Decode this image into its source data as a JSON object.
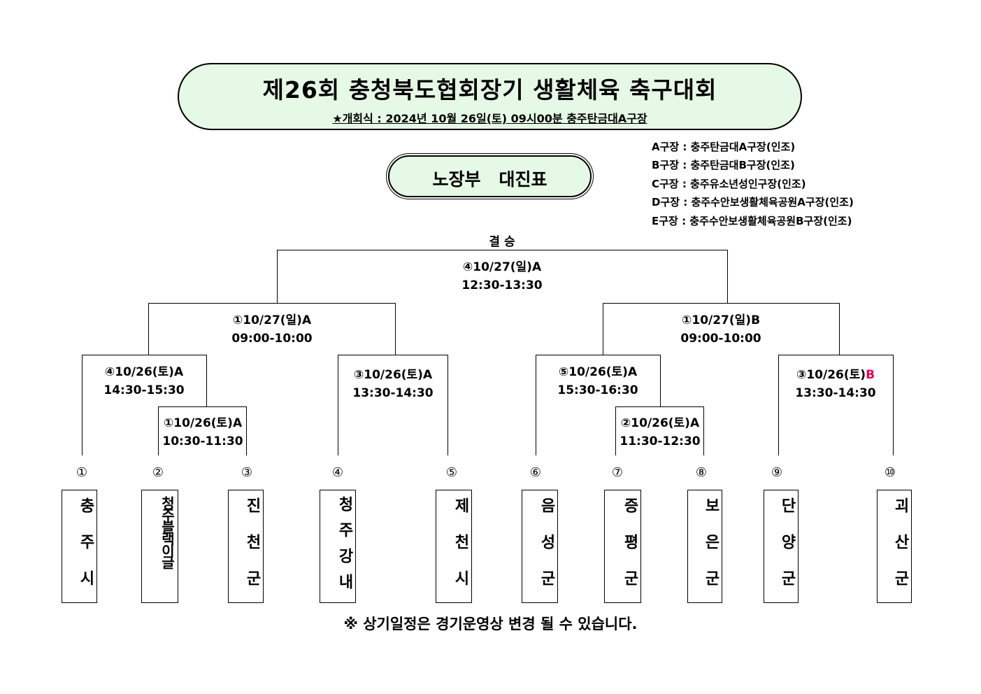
{
  "header": {
    "title": "제26회  충청북도협회장기  생활체육  축구대회",
    "subtitle": "★개회식 : 2024년  10월  26일(토)  09시00분  충주탄금대A구장"
  },
  "division": {
    "label": "노장부   대진표"
  },
  "venues": [
    "A구장 : 충주탄금대A구장(인조)",
    "B구장 : 충주탄금대B구장(인조)",
    "C구장 : 충주유소년성인구장(인조)",
    "D구장 : 충주수안보생활체육공원A구장(인조)",
    "E구장 : 충주수안보생활체육공원B구장(인조)"
  ],
  "bracket": {
    "final_label": "결 승",
    "matches": {
      "final": {
        "date": "④10/27(일)A",
        "time": "12:30-13:30"
      },
      "semi_left": {
        "date": "①10/27(일)A",
        "time": "09:00-10:00"
      },
      "semi_right": {
        "date": "①10/27(일)B",
        "time": "09:00-10:00"
      },
      "qf1": {
        "date": "④10/26(토)A",
        "time": "14:30-15:30"
      },
      "qf2": {
        "date": "③10/26(토)A",
        "time": "13:30-14:30"
      },
      "qf3": {
        "date": "⑤10/26(토)A",
        "time": "15:30-16:30"
      },
      "qf4": {
        "date_prefix": "③10/26(토)",
        "date_venue": "B",
        "time": "13:30-14:30"
      },
      "r1_left": {
        "date": "①10/26(토)A",
        "time": "10:30-11:30"
      },
      "r1_right": {
        "date": "②10/26(토)A",
        "time": "11:30-12:30"
      }
    }
  },
  "teams": [
    {
      "seed": "①",
      "name": "충주시"
    },
    {
      "seed": "②",
      "name": "청주블랙이글"
    },
    {
      "seed": "③",
      "name": "진천군"
    },
    {
      "seed": "④",
      "name": "청주강내"
    },
    {
      "seed": "⑤",
      "name": "제천시"
    },
    {
      "seed": "⑥",
      "name": "음성군"
    },
    {
      "seed": "⑦",
      "name": "증평군"
    },
    {
      "seed": "⑧",
      "name": "보은군"
    },
    {
      "seed": "⑨",
      "name": "단양군"
    },
    {
      "seed": "⑩",
      "name": "괴산군"
    }
  ],
  "note": "※ 상기일정은 경기운영상 변경 될 수 있습니다.",
  "colors": {
    "panel_fill": "#e6f8e6",
    "highlight": "#e0005a"
  }
}
